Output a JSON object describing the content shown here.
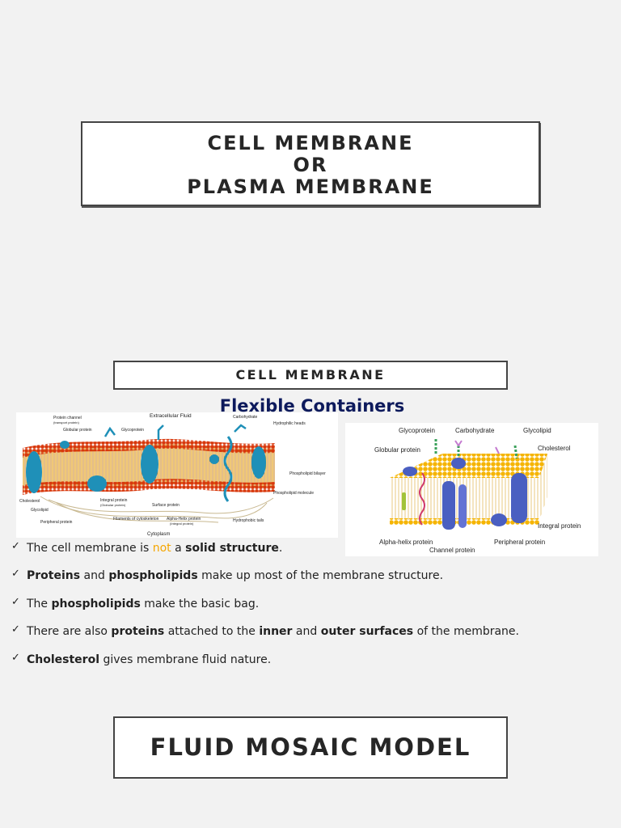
{
  "slide1": {
    "title_lines": [
      "CELL MEMBRANE",
      "OR",
      "PLASMA MEMBRANE"
    ]
  },
  "slide2": {
    "title": "CELL MEMBRANE",
    "subtitle": "Flexible Containers",
    "figure_left": {
      "labels": {
        "extracellular": "Extracellular Fluid",
        "protein_channel": "Protein channel",
        "protein_channel_sub": "(transport protein)",
        "globular": "Globular protein",
        "glycoprotein": "Glycoprotein",
        "carbohydrate": "Carbohydrate",
        "hydrophilic": "Hydrophilic heads",
        "bilayer": "Phospholipid bilayer",
        "phospholipid_molecule": "Phospholipid molecule",
        "hydrophobic": "Hydrophobic tails",
        "cholesterol": "Cholesterol",
        "glycolipid": "Glycolipid",
        "peripheral": "Peripheral protein",
        "integral": "Integral protein",
        "integral_sub": "(Globular protein)",
        "surface": "Surface protein",
        "filaments": "Filaments of cytoskeleton",
        "alpha_helix": "Alpha-Helix protein",
        "alpha_helix_sub": "(Integral protein)",
        "cytoplasm": "Cytoplasm"
      }
    },
    "figure_right": {
      "labels": {
        "glycoprotein": "Glycoprotein",
        "carbohydrate": "Carbohydrate",
        "glycolipid": "Glycolipid",
        "globular": "Globular protein",
        "cholesterol": "Cholesterol",
        "integral": "Integral protein",
        "alpha_helix": "Alpha-helix protein",
        "channel": "Channel protein",
        "peripheral": "Peripheral protein"
      }
    },
    "bullets": [
      {
        "parts": [
          {
            "t": "The cell membrane is "
          },
          {
            "t": "not",
            "style": "orange"
          },
          {
            "t": " a "
          },
          {
            "t": "solid structure",
            "style": "bold"
          },
          {
            "t": "."
          }
        ]
      },
      {
        "parts": [
          {
            "t": "Proteins",
            "style": "bold"
          },
          {
            "t": " and "
          },
          {
            "t": "phospholipids",
            "style": "bold"
          },
          {
            "t": " make up most of the membrane structure."
          }
        ]
      },
      {
        "parts": [
          {
            "t": "The "
          },
          {
            "t": "phospholipids",
            "style": "bold"
          },
          {
            "t": " make the basic bag."
          }
        ]
      },
      {
        "parts": [
          {
            "t": "There are also "
          },
          {
            "t": "proteins",
            "style": "bold"
          },
          {
            "t": " attached to the "
          },
          {
            "t": "inner",
            "style": "bold"
          },
          {
            "t": " and "
          },
          {
            "t": "outer surfaces",
            "style": "bold"
          },
          {
            "t": " of the membrane."
          }
        ]
      },
      {
        "parts": [
          {
            "t": "Cholesterol",
            "style": "bold"
          },
          {
            "t": " gives membrane fluid nature."
          }
        ]
      }
    ],
    "check_glyph": "✓"
  },
  "slide3": {
    "title": "FLUID MOSAIC MODEL"
  },
  "colors": {
    "subtitle": "#0d1a5c",
    "highlight": "#f5a600",
    "border": "#444444"
  }
}
